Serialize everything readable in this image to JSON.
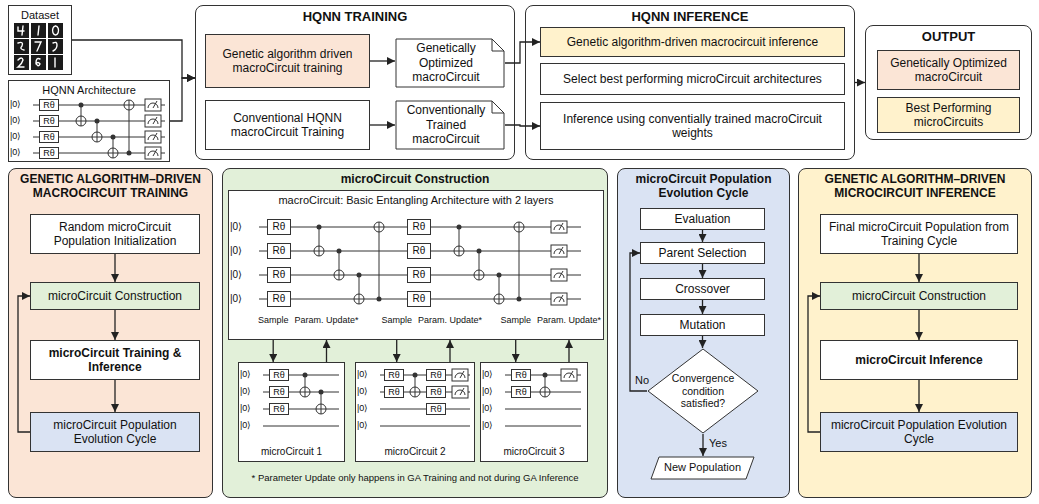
{
  "diagram": {
    "nodes": [
      {
        "text": [
          "Dataset"
        ]
      },
      {
        "text": [
          "HQNN Architecture"
        ]
      },
      {
        "text": [
          "HQNN TRAINING"
        ]
      },
      {
        "text": [
          "Genetic algorithm driven macroCircuit training"
        ],
        "in": 2
      },
      {
        "text": [
          "Conventional HQNN macroCircuit Training"
        ],
        "in": 2
      },
      {
        "text": [
          "Genetically Optimized macroCircuit"
        ],
        "in": 2
      },
      {
        "text": [
          "Conventionally Trained macroCircuit"
        ],
        "in": 2
      },
      {
        "text": [
          "HQNN INFERENCE"
        ]
      },
      {
        "text": [
          "Genetic algorithm-driven macrocircuit inference"
        ],
        "in": 7
      },
      {
        "text": [
          "Select best performing microCircuit architectures"
        ],
        "in": 7
      },
      {
        "text": [
          "Inference using conventially trained macroCircuit weights"
        ],
        "in": 7
      },
      {
        "text": [
          "OUTPUT"
        ]
      },
      {
        "text": [
          "Genetically Optimized macroCircuit"
        ],
        "in": 11
      },
      {
        "text": [
          "Best Performing microCircuits"
        ],
        "in": 11
      },
      {
        "text": [
          "GENETIC ALGORITHM–DRIVEN MACROCIRCUIT TRAINING"
        ]
      },
      {
        "text": [
          "Random microCircuit Population Initialization"
        ],
        "in": 14
      },
      {
        "text": [
          "microCircuit Construction"
        ],
        "in": 14
      },
      {
        "text": [
          "microCircuit Training & Inference"
        ],
        "in": 14
      },
      {
        "text": [
          "microCircuit Population Evolution Cycle"
        ],
        "in": 14
      },
      {
        "text": [
          "microCircuit Construction"
        ]
      },
      {
        "text": [
          "macroCircuit: Basic Entangling Architecture with 2 layers"
        ],
        "in": 19
      },
      {
        "text": [
          "microCircuit 1"
        ],
        "in": 19
      },
      {
        "text": [
          "microCircuit 2"
        ],
        "in": 19
      },
      {
        "text": [
          "microCircuit 3"
        ],
        "in": 19
      },
      {
        "text": [
          "microCircuit Population Evolution Cycle"
        ]
      },
      {
        "text": [
          "Evaluation"
        ],
        "in": 24
      },
      {
        "text": [
          "Parent Selection"
        ],
        "in": 24
      },
      {
        "text": [
          "Crossover"
        ],
        "in": 24
      },
      {
        "text": [
          "Mutation"
        ],
        "in": 24
      },
      {
        "text": [
          "Convergence condition satisfied?"
        ],
        "in": 24
      },
      {
        "text": [
          "New Population"
        ],
        "in": 24
      },
      {
        "text": [
          "GENETIC ALGORITHM–DRIVEN MICROCIRCUIT INFERENCE"
        ]
      },
      {
        "text": [
          "Final microCircuit Population from Training Cycle"
        ],
        "in": 31
      },
      {
        "text": [
          "microCircuit Construction"
        ],
        "in": 31
      },
      {
        "text": [
          "microCircuit Inference"
        ],
        "in": 31
      },
      {
        "text": [
          "microCircuit Population Evolution Cycle"
        ],
        "in": 31
      }
    ],
    "edges": [
      {
        "from": 0,
        "to": 2,
        "arrow": "to"
      },
      {
        "from": 1,
        "to": 2,
        "arrow": "to"
      },
      {
        "from": 3,
        "to": 5,
        "arrow": "to"
      },
      {
        "from": 4,
        "to": 6,
        "arrow": "to"
      },
      {
        "from": 5,
        "to": 8,
        "arrow": "to"
      },
      {
        "from": 6,
        "to": 10,
        "arrow": "to"
      },
      {
        "from": 7,
        "to": 11,
        "arrow": "to"
      },
      {
        "from": 15,
        "to": 16,
        "arrow": "to"
      },
      {
        "from": 16,
        "to": 17,
        "arrow": "to"
      },
      {
        "from": 17,
        "to": 18,
        "arrow": "to"
      },
      {
        "from": 18,
        "to": 16,
        "arrow": "to"
      },
      {
        "from": 20,
        "to": 21,
        "arrow": "to"
      },
      {
        "from": 21,
        "to": 20,
        "arrow": "to"
      },
      {
        "from": 20,
        "to": 22,
        "arrow": "to"
      },
      {
        "from": 22,
        "to": 20,
        "arrow": "to"
      },
      {
        "from": 20,
        "to": 23,
        "arrow": "to"
      },
      {
        "from": 23,
        "to": 20,
        "arrow": "to"
      },
      {
        "from": 25,
        "to": 26,
        "arrow": "to"
      },
      {
        "from": 26,
        "to": 27,
        "arrow": "to"
      },
      {
        "from": 27,
        "to": 28,
        "arrow": "to"
      },
      {
        "from": 28,
        "to": 29,
        "arrow": "to"
      },
      {
        "from": 29,
        "to": 30,
        "label": "Yes",
        "arrow": "to"
      },
      {
        "from": 29,
        "to": 26,
        "label": "No",
        "arrow": "to"
      },
      {
        "from": 32,
        "to": 33,
        "arrow": "to"
      },
      {
        "from": 33,
        "to": 34,
        "arrow": "to"
      },
      {
        "from": 34,
        "to": 35,
        "arrow": "to"
      },
      {
        "from": 35,
        "to": 33,
        "arrow": "to"
      }
    ],
    "labels": [
      "Sample",
      "Param. Update*",
      "Sample",
      "Param. Update*",
      "Sample",
      "Param. Update*",
      "* Parameter Update only happens in GA Training and not during GA Inference",
      "|0⟩",
      "|0⟩",
      "|0⟩",
      "|0⟩",
      "Rθ",
      "Rθ",
      "Rθ",
      "Rθ",
      "|0⟩",
      "|0⟩",
      "|0⟩",
      "|0⟩",
      "Rθ",
      "Rθ",
      "Rθ",
      "Rθ",
      "Rθ",
      "Rθ",
      "Rθ",
      "Rθ",
      "|0⟩",
      "|0⟩",
      "|0⟩",
      "|0⟩",
      "Rθ",
      "Rθ",
      "Rθ",
      "|0⟩",
      "|0⟩",
      "|0⟩",
      "|0⟩",
      "Rθ",
      "Rθ",
      "Rθ",
      "Rθ",
      "Rθ",
      "|0⟩",
      "|0⟩",
      "|0⟩",
      "|0⟩",
      "Rθ",
      "Rθ"
    ]
  }
}
